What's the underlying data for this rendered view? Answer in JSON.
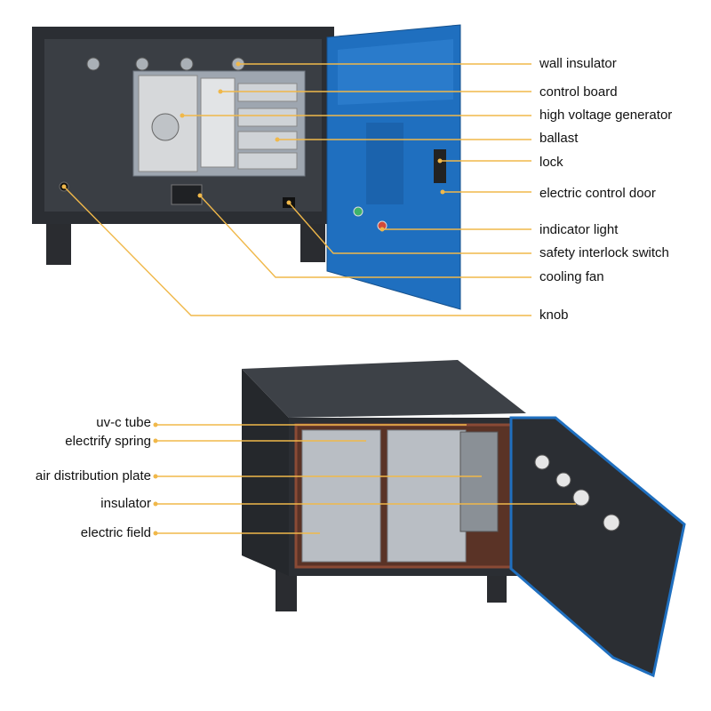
{
  "colors": {
    "leader": "#f0b84a",
    "door_blue": "#1f6fbf",
    "cabinet_dark": "#2b2e33",
    "panel_gray": "#9ea6b0"
  },
  "top_figure": {
    "callouts": [
      {
        "key": "wall_insulator",
        "label": "wall insulator"
      },
      {
        "key": "control_board",
        "label": "control board"
      },
      {
        "key": "hv_generator",
        "label": "high voltage generator"
      },
      {
        "key": "ballast",
        "label": "ballast"
      },
      {
        "key": "lock",
        "label": "lock"
      },
      {
        "key": "control_door",
        "label": "electric control door"
      },
      {
        "key": "indicator_light",
        "label": "indicator light"
      },
      {
        "key": "interlock_switch",
        "label": "safety interlock switch"
      },
      {
        "key": "cooling_fan",
        "label": "cooling fan"
      },
      {
        "key": "knob",
        "label": "knob"
      }
    ]
  },
  "bottom_figure": {
    "callouts": [
      {
        "key": "uvc_tube",
        "label": "uv-c tube"
      },
      {
        "key": "electrify_spring",
        "label": "electrify spring"
      },
      {
        "key": "air_plate",
        "label": "air distribution plate"
      },
      {
        "key": "insulator",
        "label": "insulator"
      },
      {
        "key": "electric_field",
        "label": "electric field"
      }
    ]
  }
}
